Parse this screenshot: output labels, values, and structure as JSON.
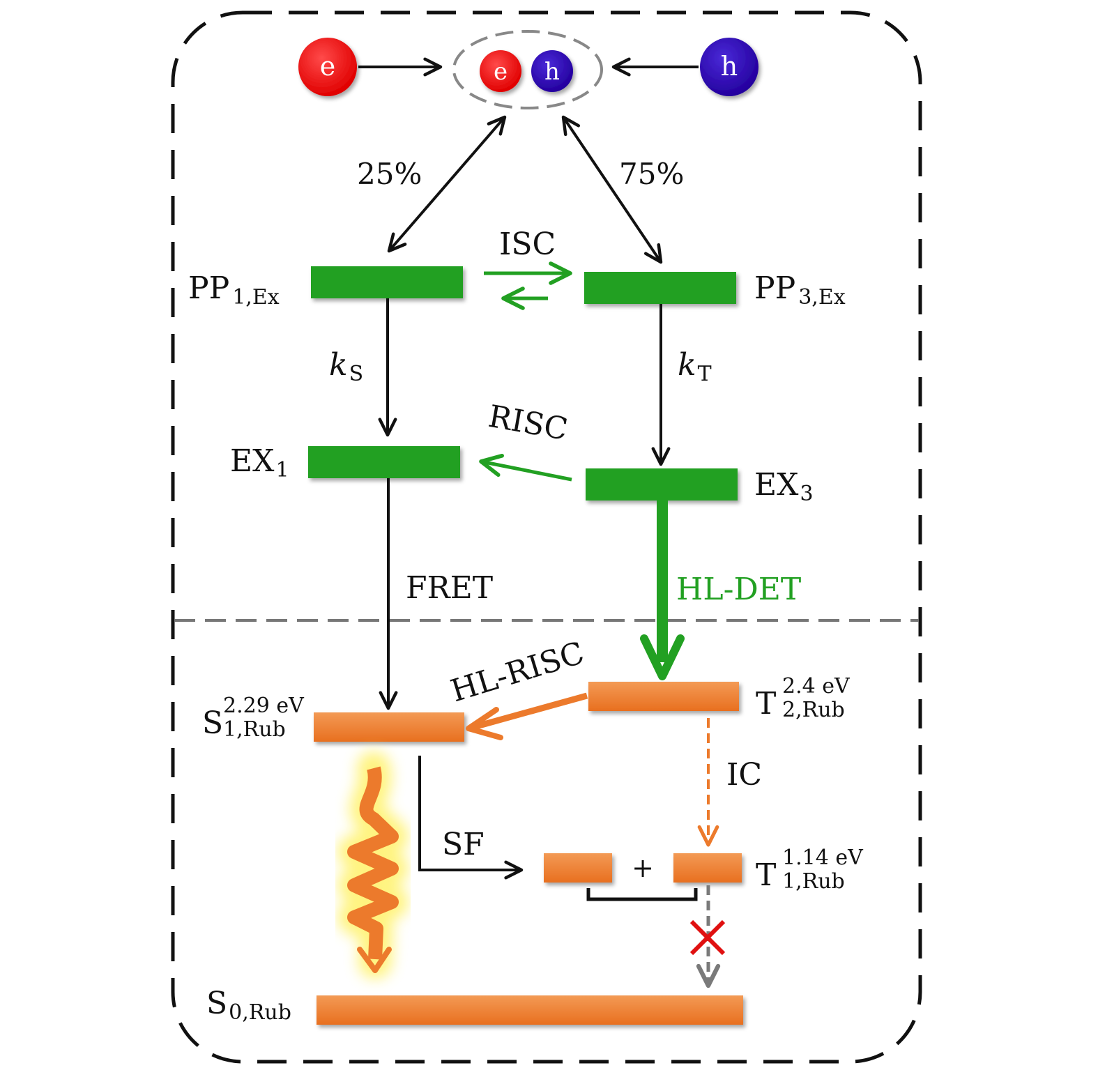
{
  "colors": {
    "electron": "#ee1111",
    "hole": "#2a00b0",
    "green": "#22a022",
    "orange": "#ec7a2c",
    "black": "#111111",
    "gray": "#7a7a7a",
    "cross": "#e01010",
    "glow": "#fff26a"
  },
  "particles": {
    "electron_label": "e",
    "hole_label": "h"
  },
  "percent": {
    "singlet": "25%",
    "triplet": "75%"
  },
  "states": {
    "pp1": {
      "main": "PP",
      "sub": "1,Ex"
    },
    "pp3": {
      "main": "PP",
      "sub": "3,Ex"
    },
    "ex1": {
      "main": "EX",
      "sub": "1"
    },
    "ex3": {
      "main": "EX",
      "sub": "3"
    },
    "s1": {
      "main": "S",
      "sup": "2.29 eV",
      "sub": "1,Rub"
    },
    "t2": {
      "main": "T",
      "sup": "2.4 eV",
      "sub": "2,Rub"
    },
    "t1": {
      "main": "T",
      "sup": "1.14 eV",
      "sub": "1,Rub"
    },
    "s0": {
      "main": "S",
      "sub": "0,Rub"
    }
  },
  "processes": {
    "isc": "ISC",
    "ks": {
      "main": "k",
      "sub": "S"
    },
    "kt": {
      "main": "k",
      "sub": "T"
    },
    "risc": "RISC",
    "fret": "FRET",
    "hl_det": "HL-DET",
    "hl_risc": "HL-RISC",
    "ic": "IC",
    "sf": "SF",
    "plus": "+"
  }
}
